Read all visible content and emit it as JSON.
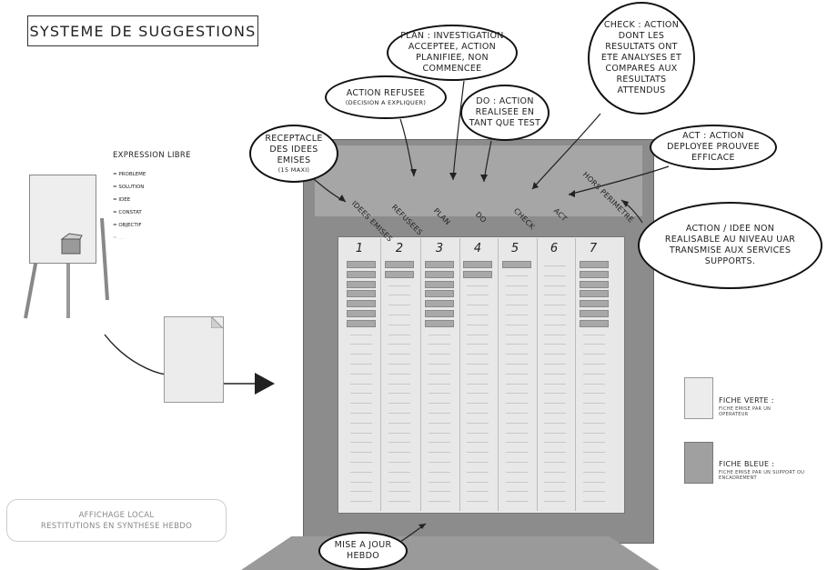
{
  "title": "SYSTEME DE SUGGESTIONS",
  "expression": {
    "heading": "EXPRESSION LIBRE",
    "items": [
      "= PROBLEME",
      "= SOLUTION",
      "= IDEE",
      "= CONSTAT",
      "= OBJECTIF",
      "= ..."
    ]
  },
  "bubbles": {
    "receptacle": "RECEPTACLE DES IDEES EMISES",
    "receptacle_note": "(15 MAXI)",
    "refusee": "ACTION REFUSEE",
    "refusee_note": "(DECISION A EXPLIQUER)",
    "plan": "PLAN : INVESTIGATION ACCEPTEE, ACTION PLANIFIEE, NON COMMENCEE",
    "do": "DO : ACTION REALISEE EN TANT QUE TEST",
    "check": "CHECK : ACTION DONT LES RESULTATS ONT ETE ANALYSES ET COMPARES AUX RESULTATS ATTENDUS",
    "act": "ACT : ACTION DEPLOYEE PROUVEE EFFICACE",
    "non_realisable": "ACTION / IDEE NON REALISABLE AU NIVEAU UAR TRANSMISE AUX SERVICES SUPPORTS.",
    "mise_a_jour": "MISE A JOUR HEBDO"
  },
  "columns": [
    {
      "label": "IDEES EMISES",
      "num": "1",
      "cards": 7
    },
    {
      "label": "REFUSEES",
      "num": "2",
      "cards": 2
    },
    {
      "label": "PLAN",
      "num": "3",
      "cards": 7
    },
    {
      "label": "DO",
      "num": "4",
      "cards": 2
    },
    {
      "label": "CHECK",
      "num": "5",
      "cards": 1
    },
    {
      "label": "ACT",
      "num": "6",
      "cards": 0
    },
    {
      "label": "HORS PERIMETRE",
      "num": "7",
      "cards": 7
    }
  ],
  "legend": {
    "green_title": "FICHE VERTE :",
    "green_note": "FICHE EMISE PAR UN OPERATEUR",
    "blue_title": "FICHE BLEUE :",
    "blue_note": "FICHE EMISE PAR UN SUPPORT OU ENCADREMENT"
  },
  "local": {
    "line1": "AFFICHAGE LOCAL",
    "line2": "RESTITUTIONS EN SYNTHESE HEBDO"
  }
}
